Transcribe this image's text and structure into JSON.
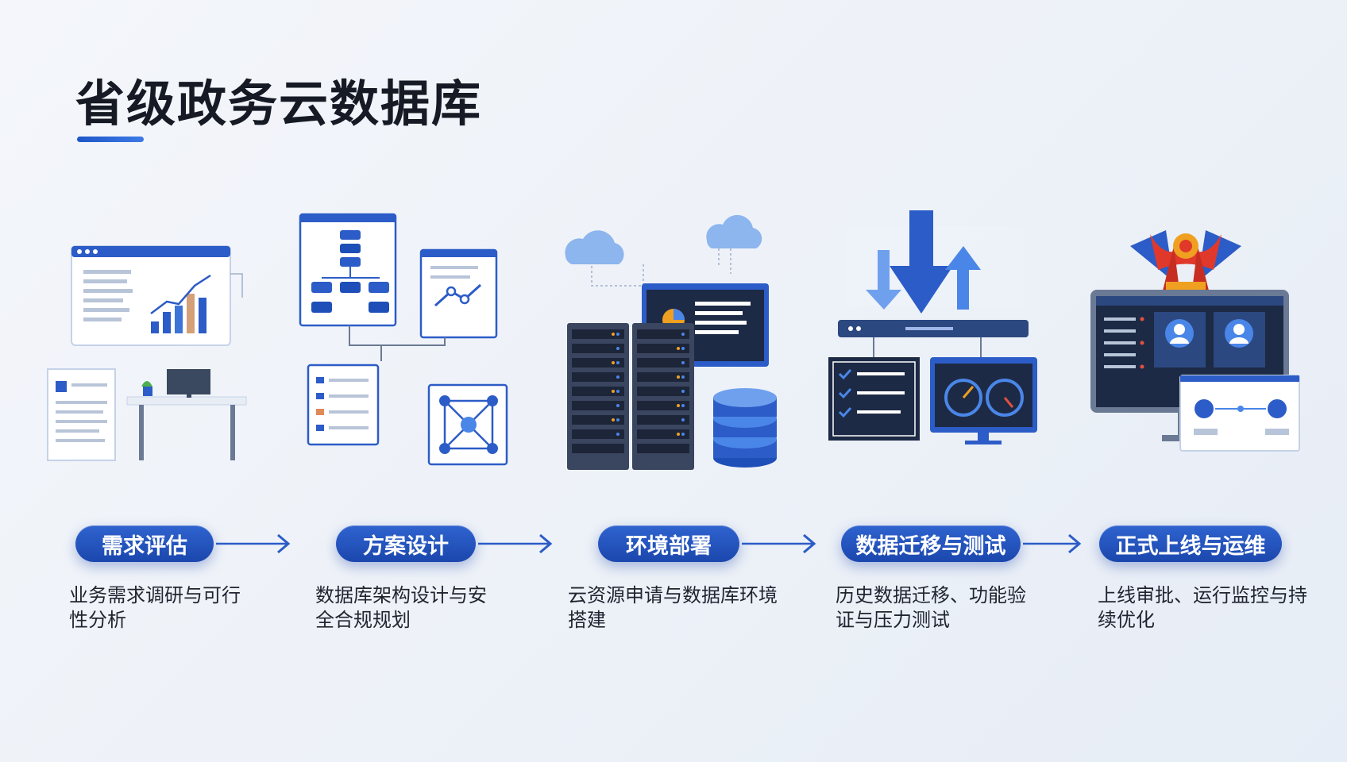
{
  "title": "省级政务云数据库",
  "steps": [
    {
      "label": "需求评估",
      "desc": "业务需求调研与可行性分析"
    },
    {
      "label": "方案设计",
      "desc": "数据库架构设计与安全合规规划"
    },
    {
      "label": "环境部署",
      "desc": "云资源申请与数据库环境搭建"
    },
    {
      "label": "数据迁移与测试",
      "desc": "历史数据迁移、功能验证与压力测试"
    },
    {
      "label": "正式上线与运维",
      "desc": "上线审批、运行监控与持续优化"
    }
  ],
  "colors": {
    "accent": "#1e4fb8",
    "accent_light": "#4a86e8",
    "ribbon": "#e0392b",
    "medal": "#f0a020"
  }
}
